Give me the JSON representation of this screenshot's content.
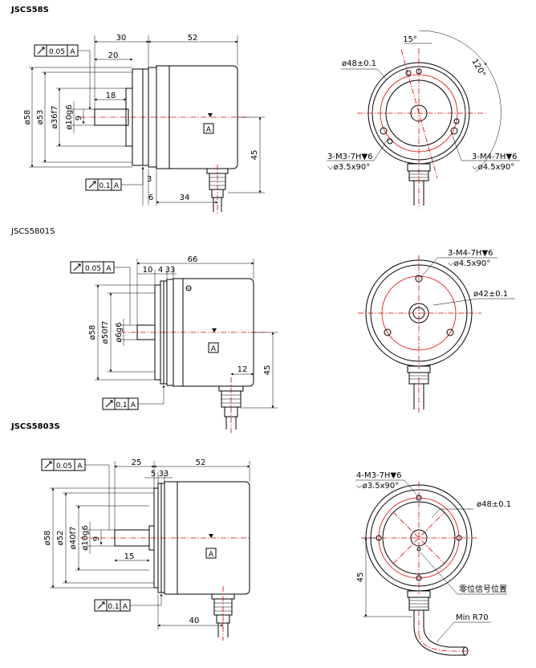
{
  "sections": [
    {
      "title": "JSCS58S"
    },
    {
      "title": "JSCS5801S"
    },
    {
      "title": "JSCS5803S"
    }
  ],
  "d1": {
    "tol_top_value": "0.05",
    "tol_top_datum": "A",
    "tol_bot_value": "0.1",
    "tol_bot_datum": "A",
    "datum": "A",
    "dim_30": "30",
    "dim_52": "52",
    "dim_20": "20",
    "dim_18": "18",
    "dim_d58": "ø58",
    "dim_d53": "ø53",
    "dim_d36": "ø36f7",
    "dim_d10": "ø10g6",
    "dim_9": "9",
    "dim_45": "45",
    "dim_3": "3",
    "dim_6": "6",
    "dim_34": "34",
    "angle_15": "15°",
    "angle_120": "120°",
    "dim_d48": "ø48±0.1",
    "callout_left_1": "3-M3-7H▼6",
    "callout_left_2": "⌵ø3.5x90°",
    "callout_right_1": "3-M4-7H▼6",
    "callout_right_2": "⌵ø4.5x90°"
  },
  "d2": {
    "tol_top_value": "0.05",
    "tol_top_datum": "A",
    "tol_bot_value": "0.1",
    "tol_bot_datum": "A",
    "datum": "A",
    "dim_66": "66",
    "dim_10": "10",
    "dim_4": "4",
    "dim_33": "33",
    "dim_d58": "ø58",
    "dim_d50": "ø50f7",
    "dim_d6": "ø6g6",
    "dim_12": "12",
    "dim_45": "45",
    "callout_1": "3-M4-7H▼6",
    "callout_2": "⌵ø4.5x90°",
    "dim_d42": "ø42±0.1"
  },
  "d3": {
    "tol_top_value": "0.05",
    "tol_top_datum": "A",
    "tol_bot_value": "0.1",
    "tol_bot_datum": "A",
    "datum": "A",
    "dim_25": "25",
    "dim_52": "52",
    "dim_5": "5",
    "dim_33": "33",
    "dim_d58": "ø58",
    "dim_d52": "ø52",
    "dim_d40": "ø40f7",
    "dim_d10": "ø10g6",
    "dim_9": "9",
    "dim_15": "15",
    "dim_40": "40",
    "dim_45": "45",
    "callout_1": "4-M3-7H▼6",
    "callout_2": "⌵ø3.5x90°",
    "dim_d48": "ø48±0.1",
    "zero_signal": "零位信号位置",
    "min_radius": "Min R70"
  }
}
